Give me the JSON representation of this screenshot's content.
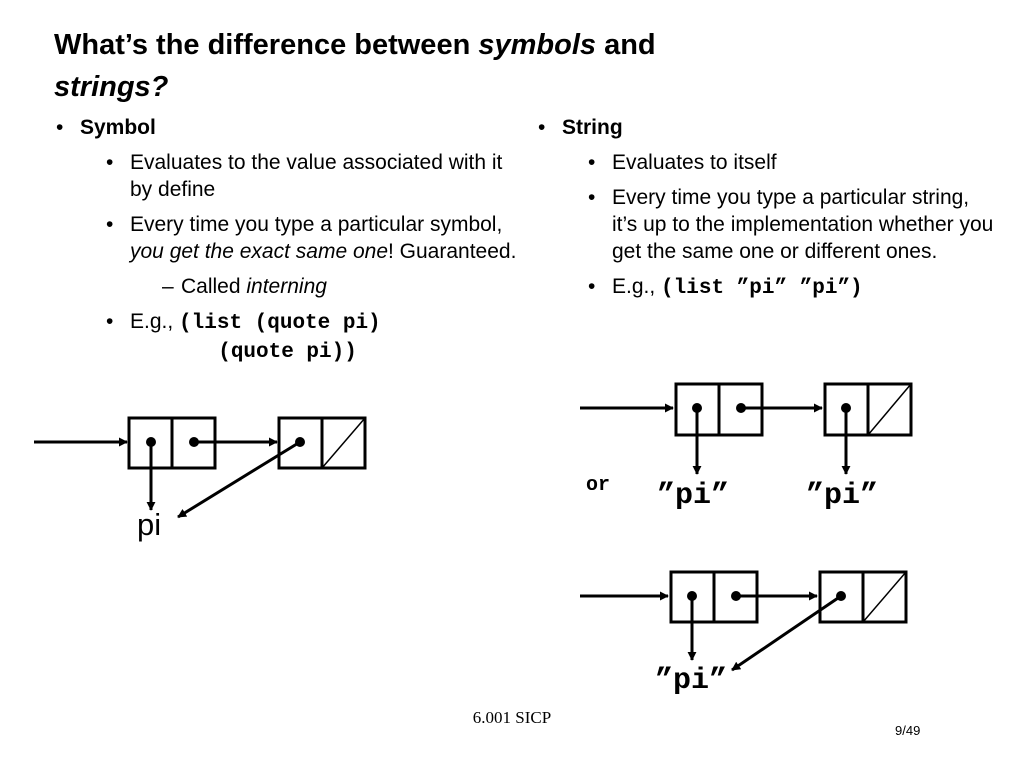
{
  "title": {
    "part1": "What’s the difference between ",
    "symbols": "symbols",
    "part2": " and",
    "strings": "strings?"
  },
  "left": {
    "heading": "Symbol",
    "b1": "Evaluates to the value associated with it by define",
    "b2_pre": "Every time you type a particular symbol, ",
    "b2_em": "you get the exact same one",
    "b2_post": "!  Guaranteed.",
    "b3_pre": "Called ",
    "b3_em": "interning",
    "b4_pre": "E.g., ",
    "b4_code": "(list (quote pi)\n       (quote pi))"
  },
  "right": {
    "heading": "String",
    "b1": "Evaluates to itself",
    "b2": "Every time you type a particular string, it’s up to the implementation whether you get the same one or different ones.",
    "b3_pre": "E.g., ",
    "b3_code": "(list ”pi” ”pi”)"
  },
  "diagram": {
    "left_label": "pi",
    "or_label": "or",
    "str_label_1": "”pi”",
    "str_label_2": "”pi”",
    "str_label_3": "”pi”"
  },
  "footer": "6.001 SICP",
  "page_number": "9/49"
}
